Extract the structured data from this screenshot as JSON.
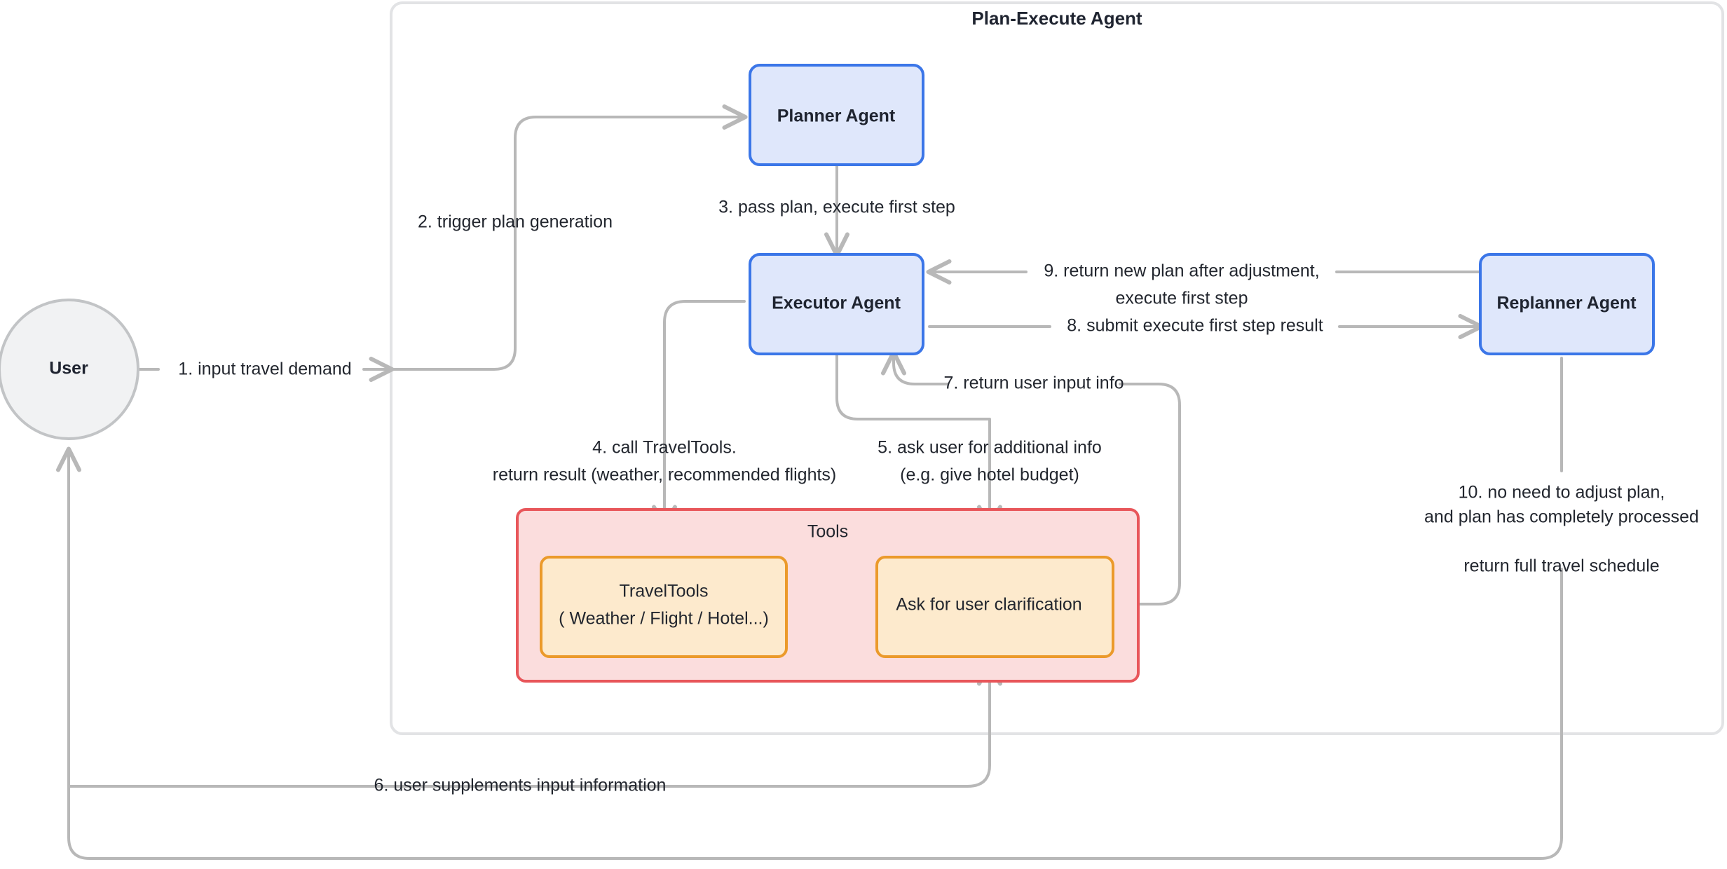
{
  "diagram": {
    "title": "Plan-Execute Agent",
    "colors": {
      "agent_fill": "#dfe7fb",
      "agent_stroke": "#3b76e8",
      "tools_group_fill": "#fbdddd",
      "tools_group_stroke": "#e8565a",
      "tool_fill": "#fdeacd",
      "tool_stroke": "#eb9a2b",
      "user_fill": "#f1f2f3",
      "user_stroke": "#c2c4c6",
      "edge": "#b8b8b8",
      "container_stroke": "#e2e3e5",
      "text": "#22262e",
      "background": "#ffffff"
    },
    "nodes": {
      "user": "User",
      "planner": "Planner Agent",
      "executor": "Executor Agent",
      "replanner": "Replanner Agent",
      "tools_group": "Tools",
      "travel_tools_line1": "TravelTools",
      "travel_tools_line2": "( Weather / Flight / Hotel...)",
      "ask_clarification": "Ask for user clarification"
    },
    "edges": [
      {
        "id": "1",
        "label": "1. input travel demand",
        "from": "user",
        "to": "plan-execute-agent"
      },
      {
        "id": "2",
        "label": "2. trigger plan generation",
        "from": "user",
        "to": "planner"
      },
      {
        "id": "3",
        "label": "3. pass plan, execute first step",
        "from": "planner",
        "to": "executor"
      },
      {
        "id": "4",
        "label_line1": "4. call TravelTools.",
        "label_line2": "return result (weather, recommended flights)",
        "from": "executor",
        "to": "travel-tools"
      },
      {
        "id": "5",
        "label_line1": "5. ask user for additional info",
        "label_line2": "(e.g. give hotel budget)",
        "from": "executor",
        "to": "ask-clarification"
      },
      {
        "id": "6",
        "label": "6. user supplements input information",
        "from": "user",
        "to": "ask-clarification"
      },
      {
        "id": "7",
        "label": "7. return user input info",
        "from": "ask-clarification",
        "to": "executor"
      },
      {
        "id": "8",
        "label": "8. submit execute first step result",
        "from": "executor",
        "to": "replanner"
      },
      {
        "id": "9",
        "label_line1": "9. return new plan after adjustment,",
        "label_line2": "execute first step",
        "from": "replanner",
        "to": "executor"
      },
      {
        "id": "10",
        "label_line1": "10. no need to adjust plan,",
        "label_line2": "and plan has completely processed",
        "label_line3": "return full travel schedule",
        "from": "replanner",
        "to": "user"
      }
    ]
  }
}
